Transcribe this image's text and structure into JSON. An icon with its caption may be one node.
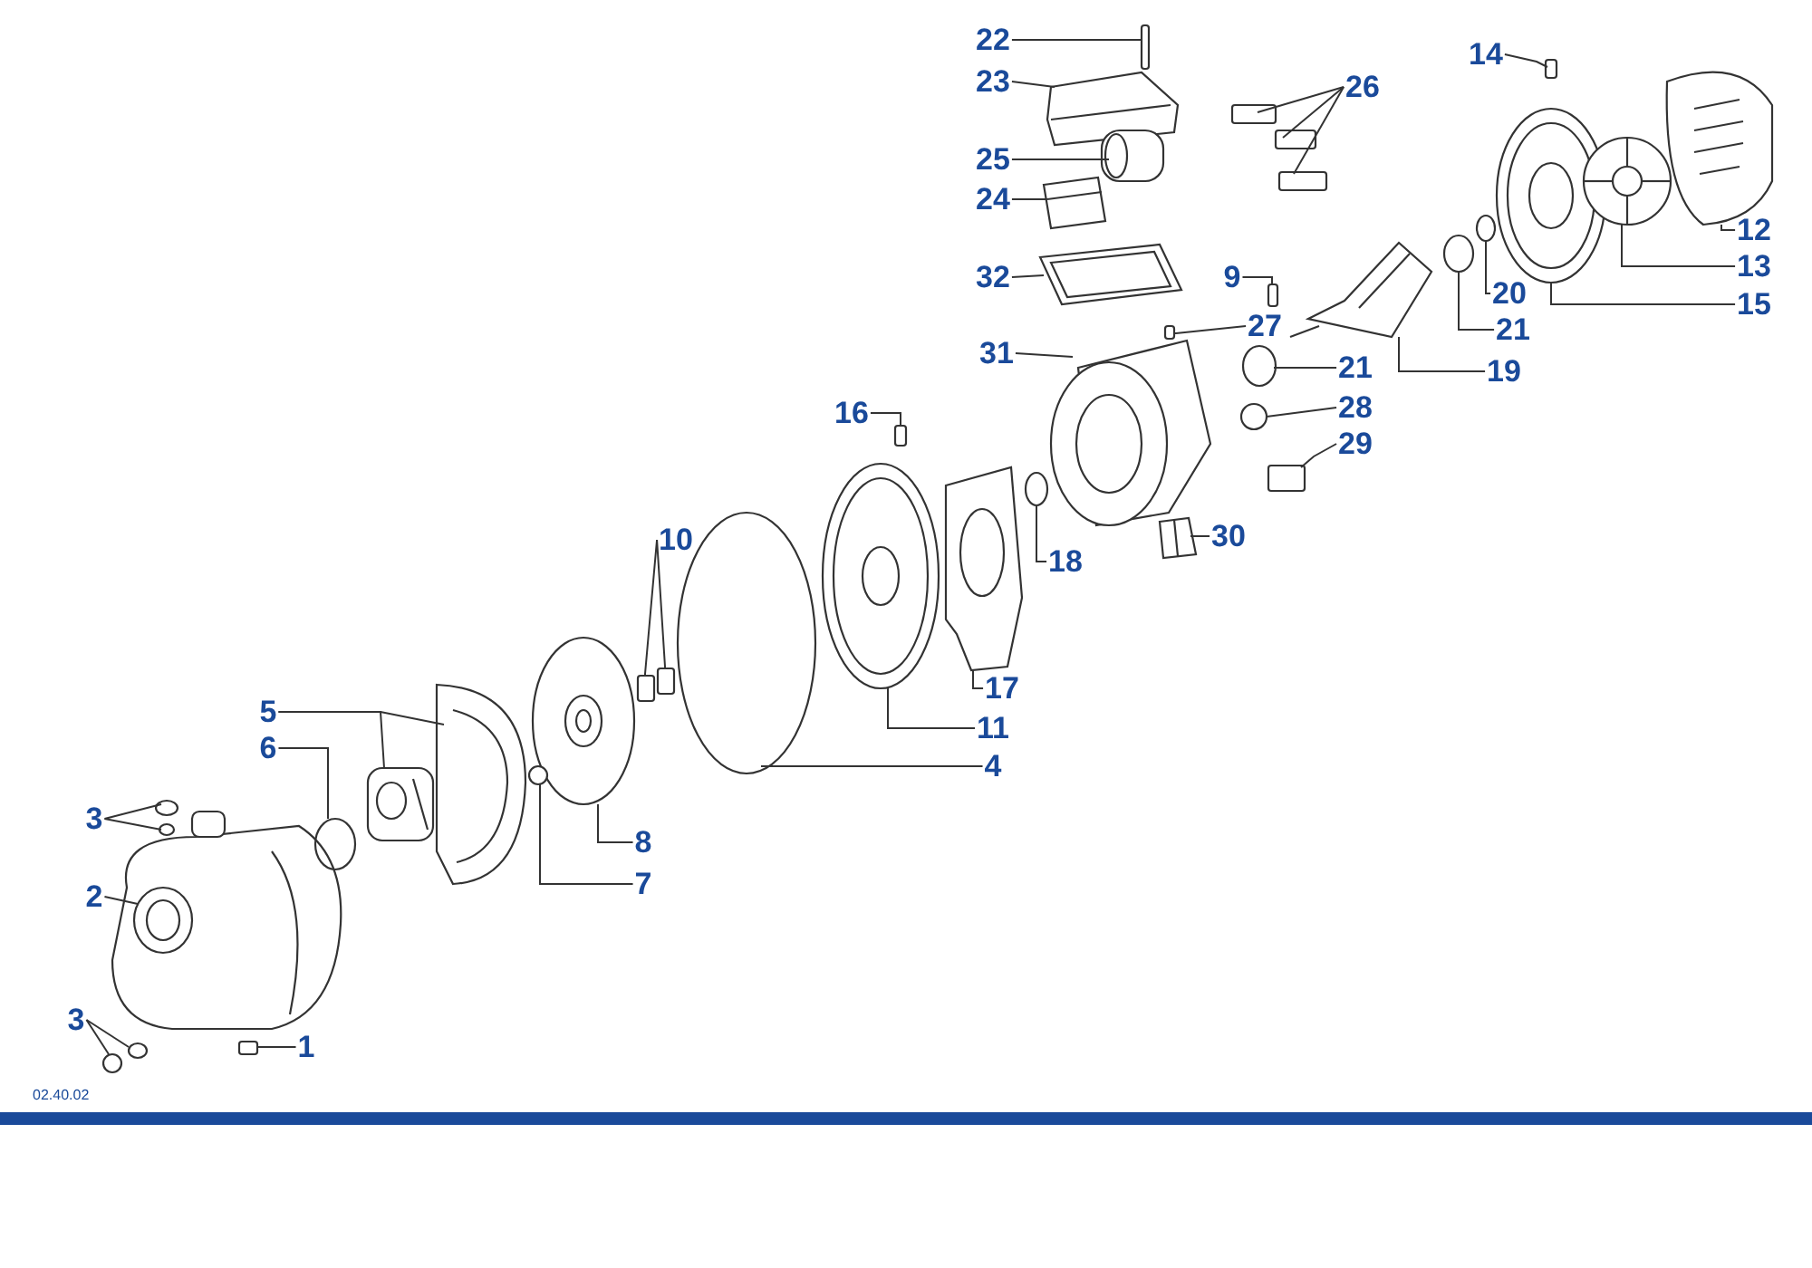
{
  "diagram": {
    "nodes": [
      {
        "text": [
          "22"
        ]
      },
      {
        "text": [
          "23"
        ]
      },
      {
        "text": [
          "26"
        ]
      },
      {
        "text": [
          "14"
        ]
      },
      {
        "text": [
          "25"
        ]
      },
      {
        "text": [
          "24"
        ]
      },
      {
        "text": [
          "12"
        ]
      },
      {
        "text": [
          "13"
        ]
      },
      {
        "text": [
          "9"
        ]
      },
      {
        "text": [
          "32"
        ]
      },
      {
        "text": [
          "20"
        ]
      },
      {
        "text": [
          "15"
        ]
      },
      {
        "text": [
          "21"
        ]
      },
      {
        "text": [
          "27"
        ]
      },
      {
        "text": [
          "31"
        ]
      },
      {
        "text": [
          "21"
        ]
      },
      {
        "text": [
          "19"
        ]
      },
      {
        "text": [
          "28"
        ]
      },
      {
        "text": [
          "16"
        ]
      },
      {
        "text": [
          "29"
        ]
      },
      {
        "text": [
          "30"
        ]
      },
      {
        "text": [
          "10"
        ]
      },
      {
        "text": [
          "18"
        ]
      },
      {
        "text": [
          "17"
        ]
      },
      {
        "text": [
          "5"
        ]
      },
      {
        "text": [
          "11"
        ]
      },
      {
        "text": [
          "6"
        ]
      },
      {
        "text": [
          "4"
        ]
      },
      {
        "text": [
          "3"
        ]
      },
      {
        "text": [
          "8"
        ]
      },
      {
        "text": [
          "7"
        ]
      },
      {
        "text": [
          "2"
        ]
      },
      {
        "text": [
          "3"
        ]
      },
      {
        "text": [
          "1"
        ]
      },
      {
        "text": [],
        "shape": "circle"
      },
      {
        "text": [],
        "shape": "circle"
      },
      {
        "text": [],
        "shape": "picture"
      },
      {
        "text": [],
        "shape": "circle"
      },
      {
        "text": [],
        "shape": "circle"
      },
      {
        "text": [],
        "shape": "box"
      },
      {
        "text": [],
        "shape": "circle"
      },
      {
        "text": [],
        "shape": "picture"
      },
      {
        "text": [],
        "shape": "picture"
      },
      {
        "text": [],
        "shape": "circle"
      },
      {
        "text": [],
        "shape": "picture"
      },
      {
        "text": [],
        "shape": "box"
      },
      {
        "text": [],
        "shape": "box"
      },
      {
        "text": [],
        "shape": "circle"
      },
      {
        "text": [],
        "shape": "picture"
      },
      {
        "text": [],
        "shape": "box"
      },
      {
        "text": [],
        "shape": "picture"
      },
      {
        "text": [],
        "shape": "circle"
      },
      {
        "text": [],
        "shape": "picture"
      },
      {
        "text": [],
        "shape": "picture"
      },
      {
        "text": [],
        "shape": "picture"
      },
      {
        "text": [],
        "shape": "picture"
      },
      {
        "text": [],
        "shape": "picture"
      },
      {
        "text": [],
        "shape": "box"
      },
      {
        "text": [],
        "shape": "picture"
      },
      {
        "text": [],
        "shape": "box"
      },
      {
        "text": [],
        "shape": "circle"
      },
      {
        "text": [],
        "shape": "box"
      },
      {
        "text": [],
        "shape": "circle"
      },
      {
        "text": [],
        "shape": "box"
      },
      {
        "text": [],
        "shape": "box"
      },
      {
        "text": [],
        "shape": "box"
      },
      {
        "text": [],
        "shape": "box"
      },
      {
        "text": [],
        "shape": "picture"
      },
      {
        "text": [],
        "shape": "circle"
      },
      {
        "text": [],
        "shape": "circle"
      },
      {
        "text": [],
        "shape": "picture"
      },
      {
        "text": [],
        "shape": "box"
      },
      {
        "text": [],
        "shape": "picture"
      },
      {
        "text": [],
        "shape": "picture"
      }
    ],
    "edges": [
      {
        "from": 0,
        "to": 57,
        "arrow": "none"
      },
      {
        "from": 1,
        "to": 56,
        "arrow": "none"
      },
      {
        "from": 2,
        "to": 61,
        "arrow": "none"
      },
      {
        "from": 2,
        "to": 64,
        "arrow": "none"
      },
      {
        "from": 2,
        "to": 65,
        "arrow": "none"
      },
      {
        "from": 3,
        "to": 71,
        "arrow": "none"
      },
      {
        "from": 4,
        "to": 55,
        "arrow": "none"
      },
      {
        "from": 5,
        "to": 54,
        "arrow": "none"
      },
      {
        "from": 6,
        "to": 73,
        "arrow": "none"
      },
      {
        "from": 7,
        "to": 72,
        "arrow": "none"
      },
      {
        "from": 8,
        "to": 63,
        "arrow": "none"
      },
      {
        "from": 9,
        "to": 53,
        "arrow": "none"
      },
      {
        "from": 10,
        "to": 69,
        "arrow": "none"
      },
      {
        "from": 11,
        "to": 70,
        "arrow": "none"
      },
      {
        "from": 12,
        "to": 68,
        "arrow": "none"
      },
      {
        "from": 13,
        "to": 59,
        "arrow": "none"
      },
      {
        "from": 14,
        "to": 52,
        "arrow": "none"
      },
      {
        "from": 15,
        "to": 62,
        "arrow": "none"
      },
      {
        "from": 16,
        "to": 67,
        "arrow": "none"
      },
      {
        "from": 17,
        "to": 60,
        "arrow": "none"
      },
      {
        "from": 18,
        "to": 49,
        "arrow": "none"
      },
      {
        "from": 19,
        "to": 66,
        "arrow": "none"
      },
      {
        "from": 20,
        "to": 58,
        "arrow": "none"
      },
      {
        "from": 21,
        "to": 45,
        "arrow": "none"
      },
      {
        "from": 21,
        "to": 46,
        "arrow": "none"
      },
      {
        "from": 22,
        "to": 51,
        "arrow": "none"
      },
      {
        "from": 23,
        "to": 50,
        "arrow": "none"
      },
      {
        "from": 24,
        "to": 41,
        "arrow": "none"
      },
      {
        "from": 24,
        "to": 42,
        "arrow": "none"
      },
      {
        "from": 25,
        "to": 48,
        "arrow": "none"
      },
      {
        "from": 26,
        "to": 40,
        "arrow": "none"
      },
      {
        "from": 27,
        "to": 47,
        "arrow": "none"
      },
      {
        "from": 28,
        "to": 37,
        "arrow": "none"
      },
      {
        "from": 28,
        "to": 38,
        "arrow": "none"
      },
      {
        "from": 29,
        "to": 44,
        "arrow": "none"
      },
      {
        "from": 30,
        "to": 43,
        "arrow": "none"
      },
      {
        "from": 31,
        "to": 36,
        "arrow": "none"
      },
      {
        "from": 32,
        "to": 34,
        "arrow": "none"
      },
      {
        "from": 32,
        "to": 35,
        "arrow": "none"
      },
      {
        "from": 33,
        "to": 39,
        "arrow": "none"
      }
    ],
    "labels": [
      "02.40.02"
    ]
  }
}
